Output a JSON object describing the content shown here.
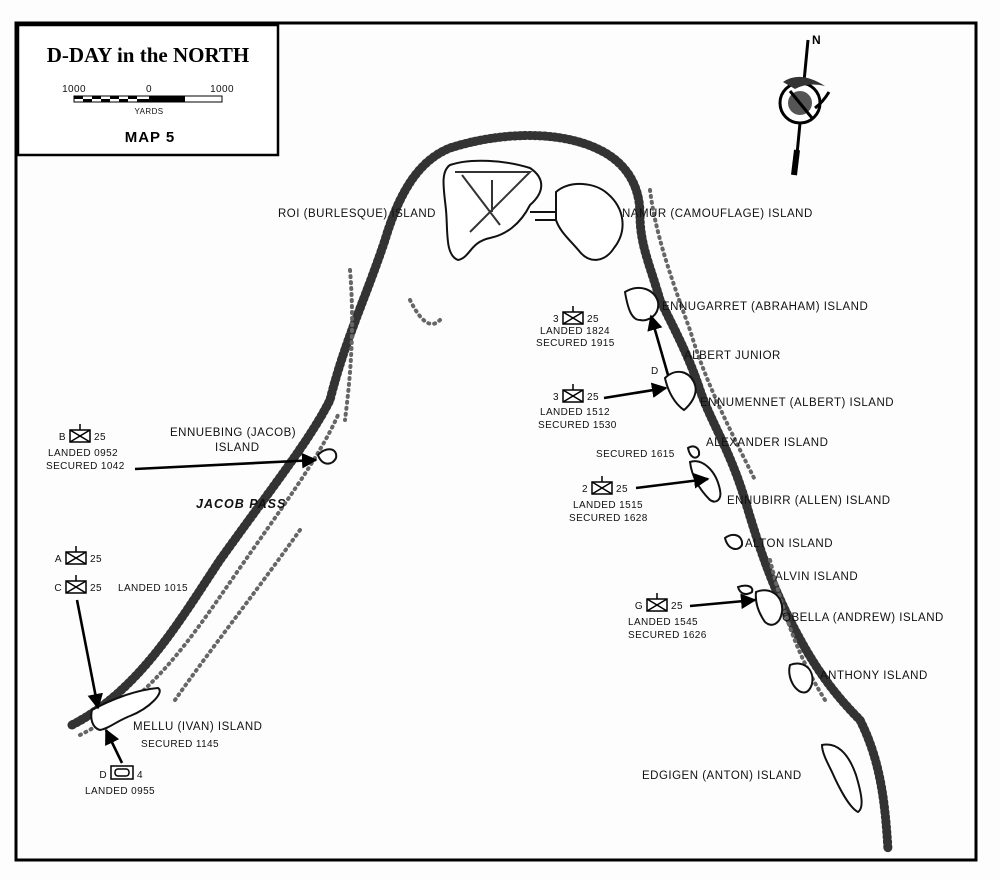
{
  "title": "D-DAY in the NORTH",
  "map_label": "MAP 5",
  "scale": {
    "left": "1000",
    "center": "0",
    "right": "1000",
    "unit": "YARDS"
  },
  "compass": {
    "north": "N"
  },
  "islands": {
    "roi": "ROI (BURLESQUE) ISLAND",
    "namur": "NAMUR (CAMOUFLAGE) ISLAND",
    "ennugarret": "ENNUGARRET (ABRAHAM) ISLAND",
    "albert_junior": "ALBERT JUNIOR",
    "ennumennet": "ENNUMENNET (ALBERT) ISLAND",
    "alexander": "ALEXANDER ISLAND",
    "ennubirr": "ENNUBIRR (ALLEN) ISLAND",
    "alton": "ALTON ISLAND",
    "alvin": "ALVIN ISLAND",
    "obella": "OBELLA (ANDREW) ISLAND",
    "anthony": "ANTHONY ISLAND",
    "edgigen": "EDGIGEN (ANTON) ISLAND",
    "ennuebing_line1": "ENNUEBING (JACOB)",
    "ennuebing_line2": "ISLAND",
    "mellu": "MELLU (IVAN) ISLAND",
    "mellu_secured": "SECURED 1145"
  },
  "jacob_pass": "JACOB PASS",
  "albert_junior_marker": "D",
  "units": {
    "u3_ennugarret": {
      "company": "3",
      "regiment": "25",
      "landed": "LANDED 1824",
      "secured": "SECURED 1915"
    },
    "u3_ennumennet": {
      "company": "3",
      "regiment": "25",
      "landed": "LANDED 1512",
      "secured": "SECURED 1530"
    },
    "alexander_secured": "SECURED 1615",
    "u2_ennubirr": {
      "company": "2",
      "regiment": "25",
      "landed": "LANDED 1515",
      "secured": "SECURED 1628"
    },
    "uG_obella": {
      "company": "G",
      "regiment": "25",
      "landed": "LANDED 1545",
      "secured": "SECURED 1626"
    },
    "uB_ennuebing": {
      "company": "B",
      "regiment": "25",
      "landed": "LANDED 0952",
      "secured": "SECURED 1042"
    },
    "uA": {
      "company": "A",
      "regiment": "25"
    },
    "uC": {
      "company": "C",
      "regiment": "25",
      "landed": "LANDED 1015"
    },
    "uD": {
      "company": "D",
      "regiment": "4",
      "landed": "LANDED 0955"
    }
  }
}
